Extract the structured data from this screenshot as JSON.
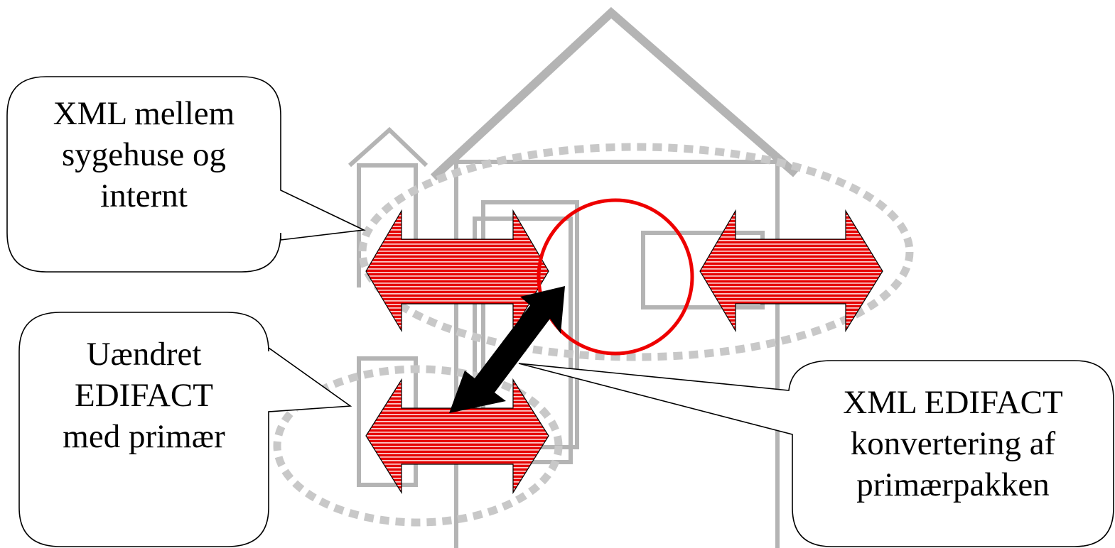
{
  "callouts": {
    "xml_sygehuse": {
      "lines": [
        "XML mellem",
        "sygehuse og",
        "internt"
      ]
    },
    "edifact_primaer": {
      "lines": [
        "Uændret",
        "EDIFACT",
        "med primær"
      ]
    },
    "xml_edifact": {
      "lines": [
        "XML EDIFACT",
        "konvertering af",
        "primærpakken"
      ]
    }
  },
  "colors": {
    "building": "#b4b4b4",
    "arrow_fill": "#e60000",
    "arrow_stripe": "#ffffff",
    "circle": "#ee0000",
    "double_arrow": "#000000",
    "callout_border": "#000000"
  },
  "icons": [
    "house-outline",
    "tower-outline",
    "red-double-arrow",
    "black-double-arrow",
    "red-circle",
    "dotted-ellipse"
  ]
}
